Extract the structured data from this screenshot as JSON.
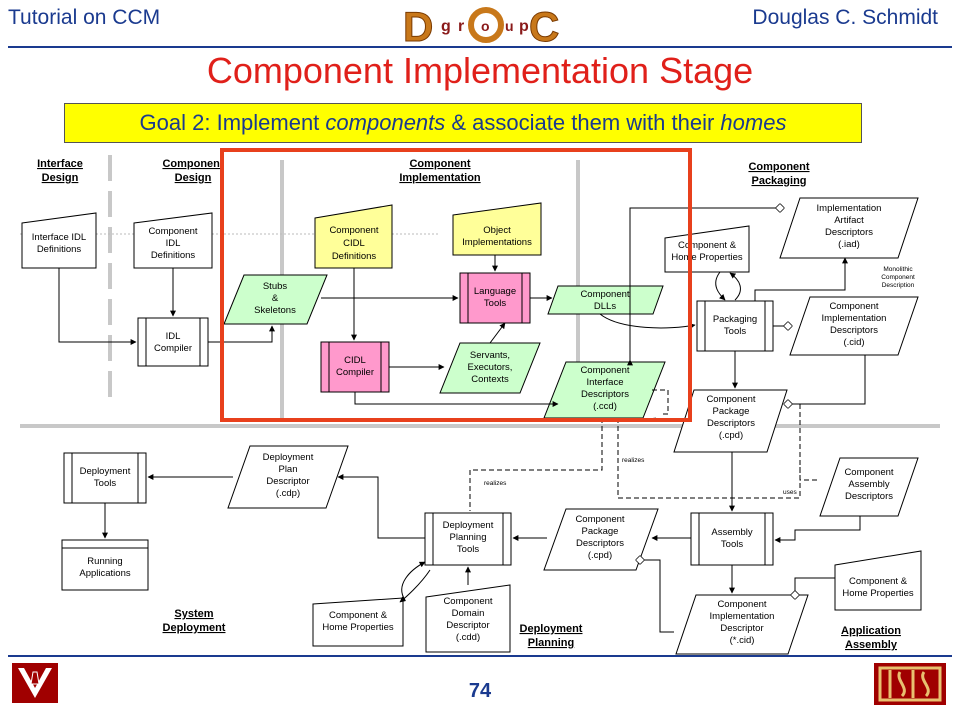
{
  "header": {
    "left": "Tutorial on CCM",
    "right": "Douglas C. Schmidt",
    "logo_letters": [
      "D",
      "g",
      "r",
      "o",
      "u",
      "p",
      "C"
    ]
  },
  "title": "Component Implementation Stage",
  "goal": {
    "prefix": "Goal 2: Implement ",
    "em1": "components",
    "mid": " & associate them with their ",
    "em2": "homes"
  },
  "sections": {
    "interface_design": [
      "Interface",
      "Design"
    ],
    "component_design": [
      "Component",
      "Design"
    ],
    "component_implementation": [
      "Component",
      "Implementation"
    ],
    "component_packaging": [
      "Component",
      "Packaging"
    ],
    "system_deployment": [
      "System",
      "Deployment"
    ],
    "deployment_planning": [
      "Deployment",
      "Planning"
    ],
    "application_assembly": [
      "Application",
      "Assembly"
    ]
  },
  "nodes": {
    "interface_idl": [
      "Interface IDL",
      "Definitions"
    ],
    "component_idl": [
      "Component",
      "IDL",
      "Definitions"
    ],
    "idl_compiler": [
      "IDL",
      "Compiler"
    ],
    "component_cidl": [
      "Component",
      "CIDL",
      "Definitions"
    ],
    "stubs": [
      "Stubs",
      "&",
      "Skeletons"
    ],
    "cidl_compiler": [
      "CIDL",
      "Compiler"
    ],
    "object_impl": [
      "Object",
      "Implementations"
    ],
    "language_tools": [
      "Language",
      "Tools"
    ],
    "servants": [
      "Servants,",
      "Executors,",
      "Contexts"
    ],
    "component_dlls": [
      "Component",
      "DLLs"
    ],
    "comp_iface_desc": [
      "Component",
      "Interface",
      "Descriptors",
      "(.ccd)"
    ],
    "impl_artifact": [
      "Implementation",
      "Artifact",
      "Descriptors",
      "(.iad)"
    ],
    "home_props_top": [
      "Component &",
      "Home Properties"
    ],
    "monolithic": [
      "Monolithic",
      "Component",
      "Description"
    ],
    "packaging_tools": [
      "Packaging",
      "Tools"
    ],
    "comp_impl_desc_top": [
      "Component",
      "Implementation",
      "Descriptors",
      "(.cid)"
    ],
    "comp_pkg_desc_top": [
      "Component",
      "Package",
      "Descriptors",
      "(.cpd)"
    ],
    "comp_assembly_desc": [
      "Component",
      "Assembly",
      "Descriptors"
    ],
    "deployment_tools": [
      "Deployment",
      "Tools"
    ],
    "deployment_plan": [
      "Deployment",
      "Plan",
      "Descriptor",
      "(.cdp)"
    ],
    "running_apps": [
      "Running",
      "Applications"
    ],
    "dep_planning_tools": [
      "Deployment",
      "Planning",
      "Tools"
    ],
    "comp_pkg_desc_mid": [
      "Component",
      "Package",
      "Descriptors",
      "(.cpd)"
    ],
    "assembly_tools": [
      "Assembly",
      "Tools"
    ],
    "home_props_right": [
      "Component &",
      "Home Properties"
    ],
    "home_props_bottom": [
      "Component &",
      "Home Properties"
    ],
    "comp_domain_desc": [
      "Component",
      "Domain",
      "Descriptor",
      "(.cdd)"
    ],
    "comp_impl_desc_bottom": [
      "Component",
      "Implementation",
      "Descriptor",
      "(*.cid)"
    ]
  },
  "edge_labels": {
    "realizes": "realizes",
    "uses": "uses"
  },
  "page_number": "74",
  "colors": {
    "header_blue": "#1a3a8f",
    "title_red": "#e0201a",
    "goal_yellow": "#ffff00",
    "highlight_red": "#e8401c",
    "node_yellow": "#ffff99",
    "node_green": "#ccffcc",
    "node_pink": "#ff99cc"
  },
  "icons": {
    "left_logo": "vanderbilt-logo",
    "right_logo": "isis-logo"
  }
}
